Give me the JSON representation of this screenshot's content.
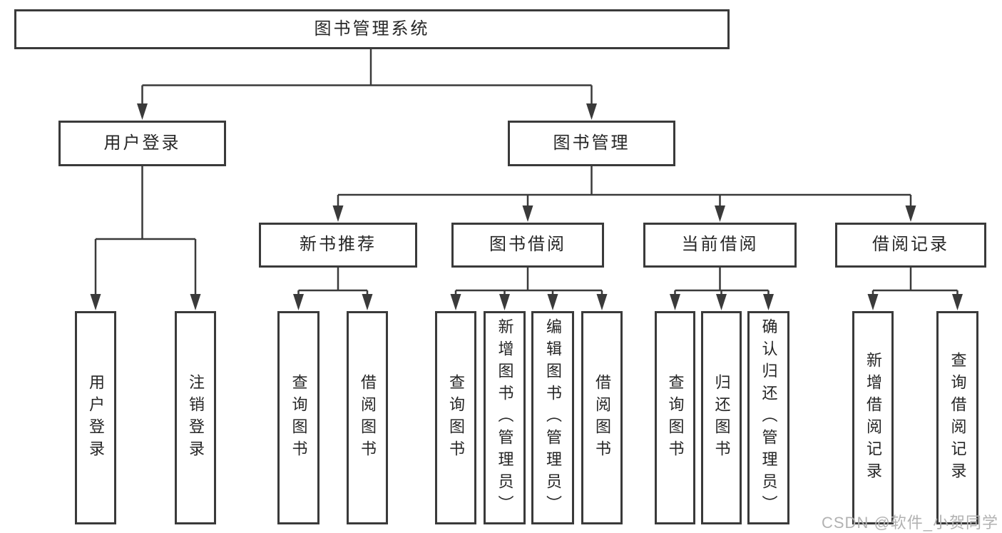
{
  "page": {
    "background": "#ffffff"
  },
  "colors": {
    "line": "#3a3a3a",
    "text": "#262626",
    "node_fill": "#ffffff",
    "watermark": "#b2b2b2"
  },
  "watermark": {
    "text": "CSDN @软件_小贺同学"
  },
  "tree": {
    "label": "图书管理系统",
    "children": [
      {
        "label": "用户登录",
        "children": [
          {
            "label": "用户登录"
          },
          {
            "label": "注销登录"
          }
        ]
      },
      {
        "label": "图书管理",
        "children": [
          {
            "label": "新书推荐",
            "children": [
              {
                "label": "查询图书"
              },
              {
                "label": "借阅图书"
              }
            ]
          },
          {
            "label": "图书借阅",
            "children": [
              {
                "label": "查询图书"
              },
              {
                "label": "新增图书（管理员）"
              },
              {
                "label": "编辑图书（管理员）"
              },
              {
                "label": "借阅图书"
              }
            ]
          },
          {
            "label": "当前借阅",
            "children": [
              {
                "label": "查询图书"
              },
              {
                "label": "归还图书"
              },
              {
                "label": "确认归还（管理员）"
              }
            ]
          },
          {
            "label": "借阅记录",
            "children": [
              {
                "label": "新增借阅记录"
              },
              {
                "label": "查询借阅记录"
              }
            ]
          }
        ]
      }
    ]
  }
}
